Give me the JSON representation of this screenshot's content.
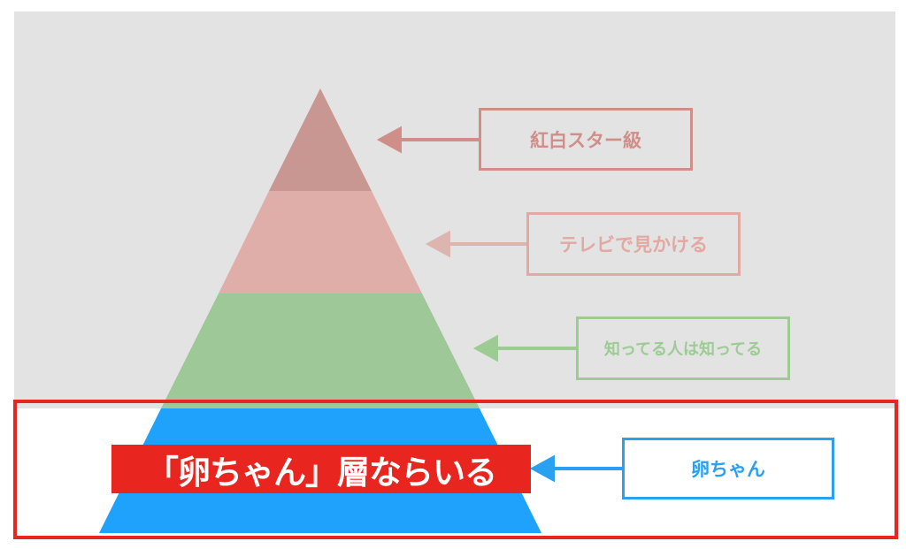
{
  "colors": {
    "background_dim": "#e3e3e3",
    "tier1": "#c99791",
    "tier2": "#e0aea8",
    "tier3": "#9ec898",
    "tier4": "#1ea2fb",
    "highlight": "#e8251f"
  },
  "tiers": [
    {
      "label": "紅白スター級",
      "color": "#d08e89"
    },
    {
      "label": "テレビで見かける",
      "color": "#e2a8a2"
    },
    {
      "label": "知ってる人は知ってる",
      "color": "#9ccc94"
    },
    {
      "label": "卵ちゃん",
      "color": "#2aa0f0"
    }
  ],
  "highlight_label": "「卵ちゃん」層ならいる"
}
